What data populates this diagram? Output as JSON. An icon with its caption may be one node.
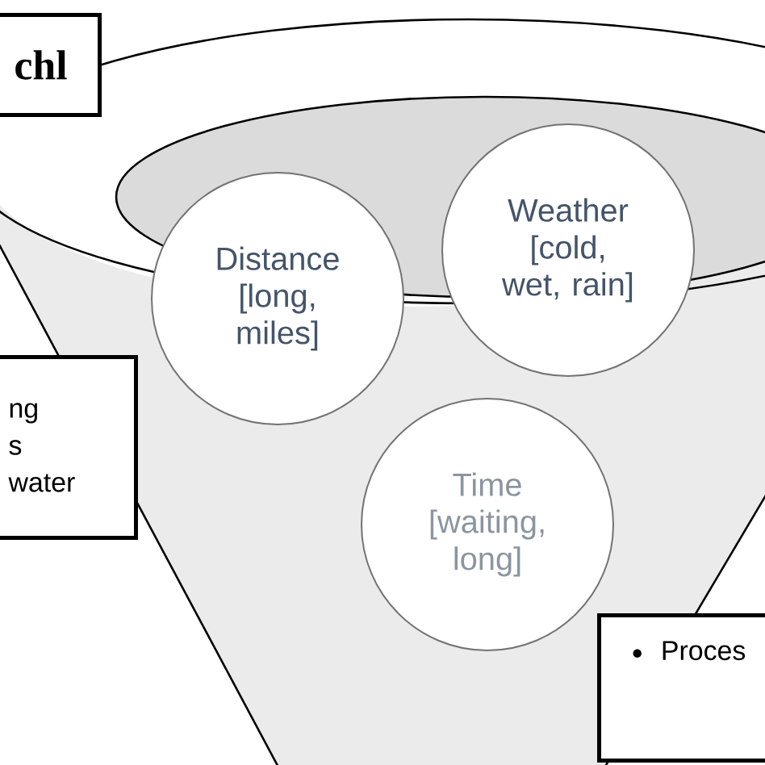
{
  "diagram": {
    "nodes": [
      {
        "text": [
          "chl"
        ]
      },
      {
        "text": [
          "ng",
          "s",
          "water"
        ]
      },
      {
        "text": [
          "Distance [long, miles]"
        ]
      },
      {
        "text": [
          "Weather [cold, wet, rain]"
        ]
      },
      {
        "text": [
          "Time [waiting, long]"
        ]
      },
      {
        "text": [
          "Proces"
        ]
      }
    ]
  }
}
